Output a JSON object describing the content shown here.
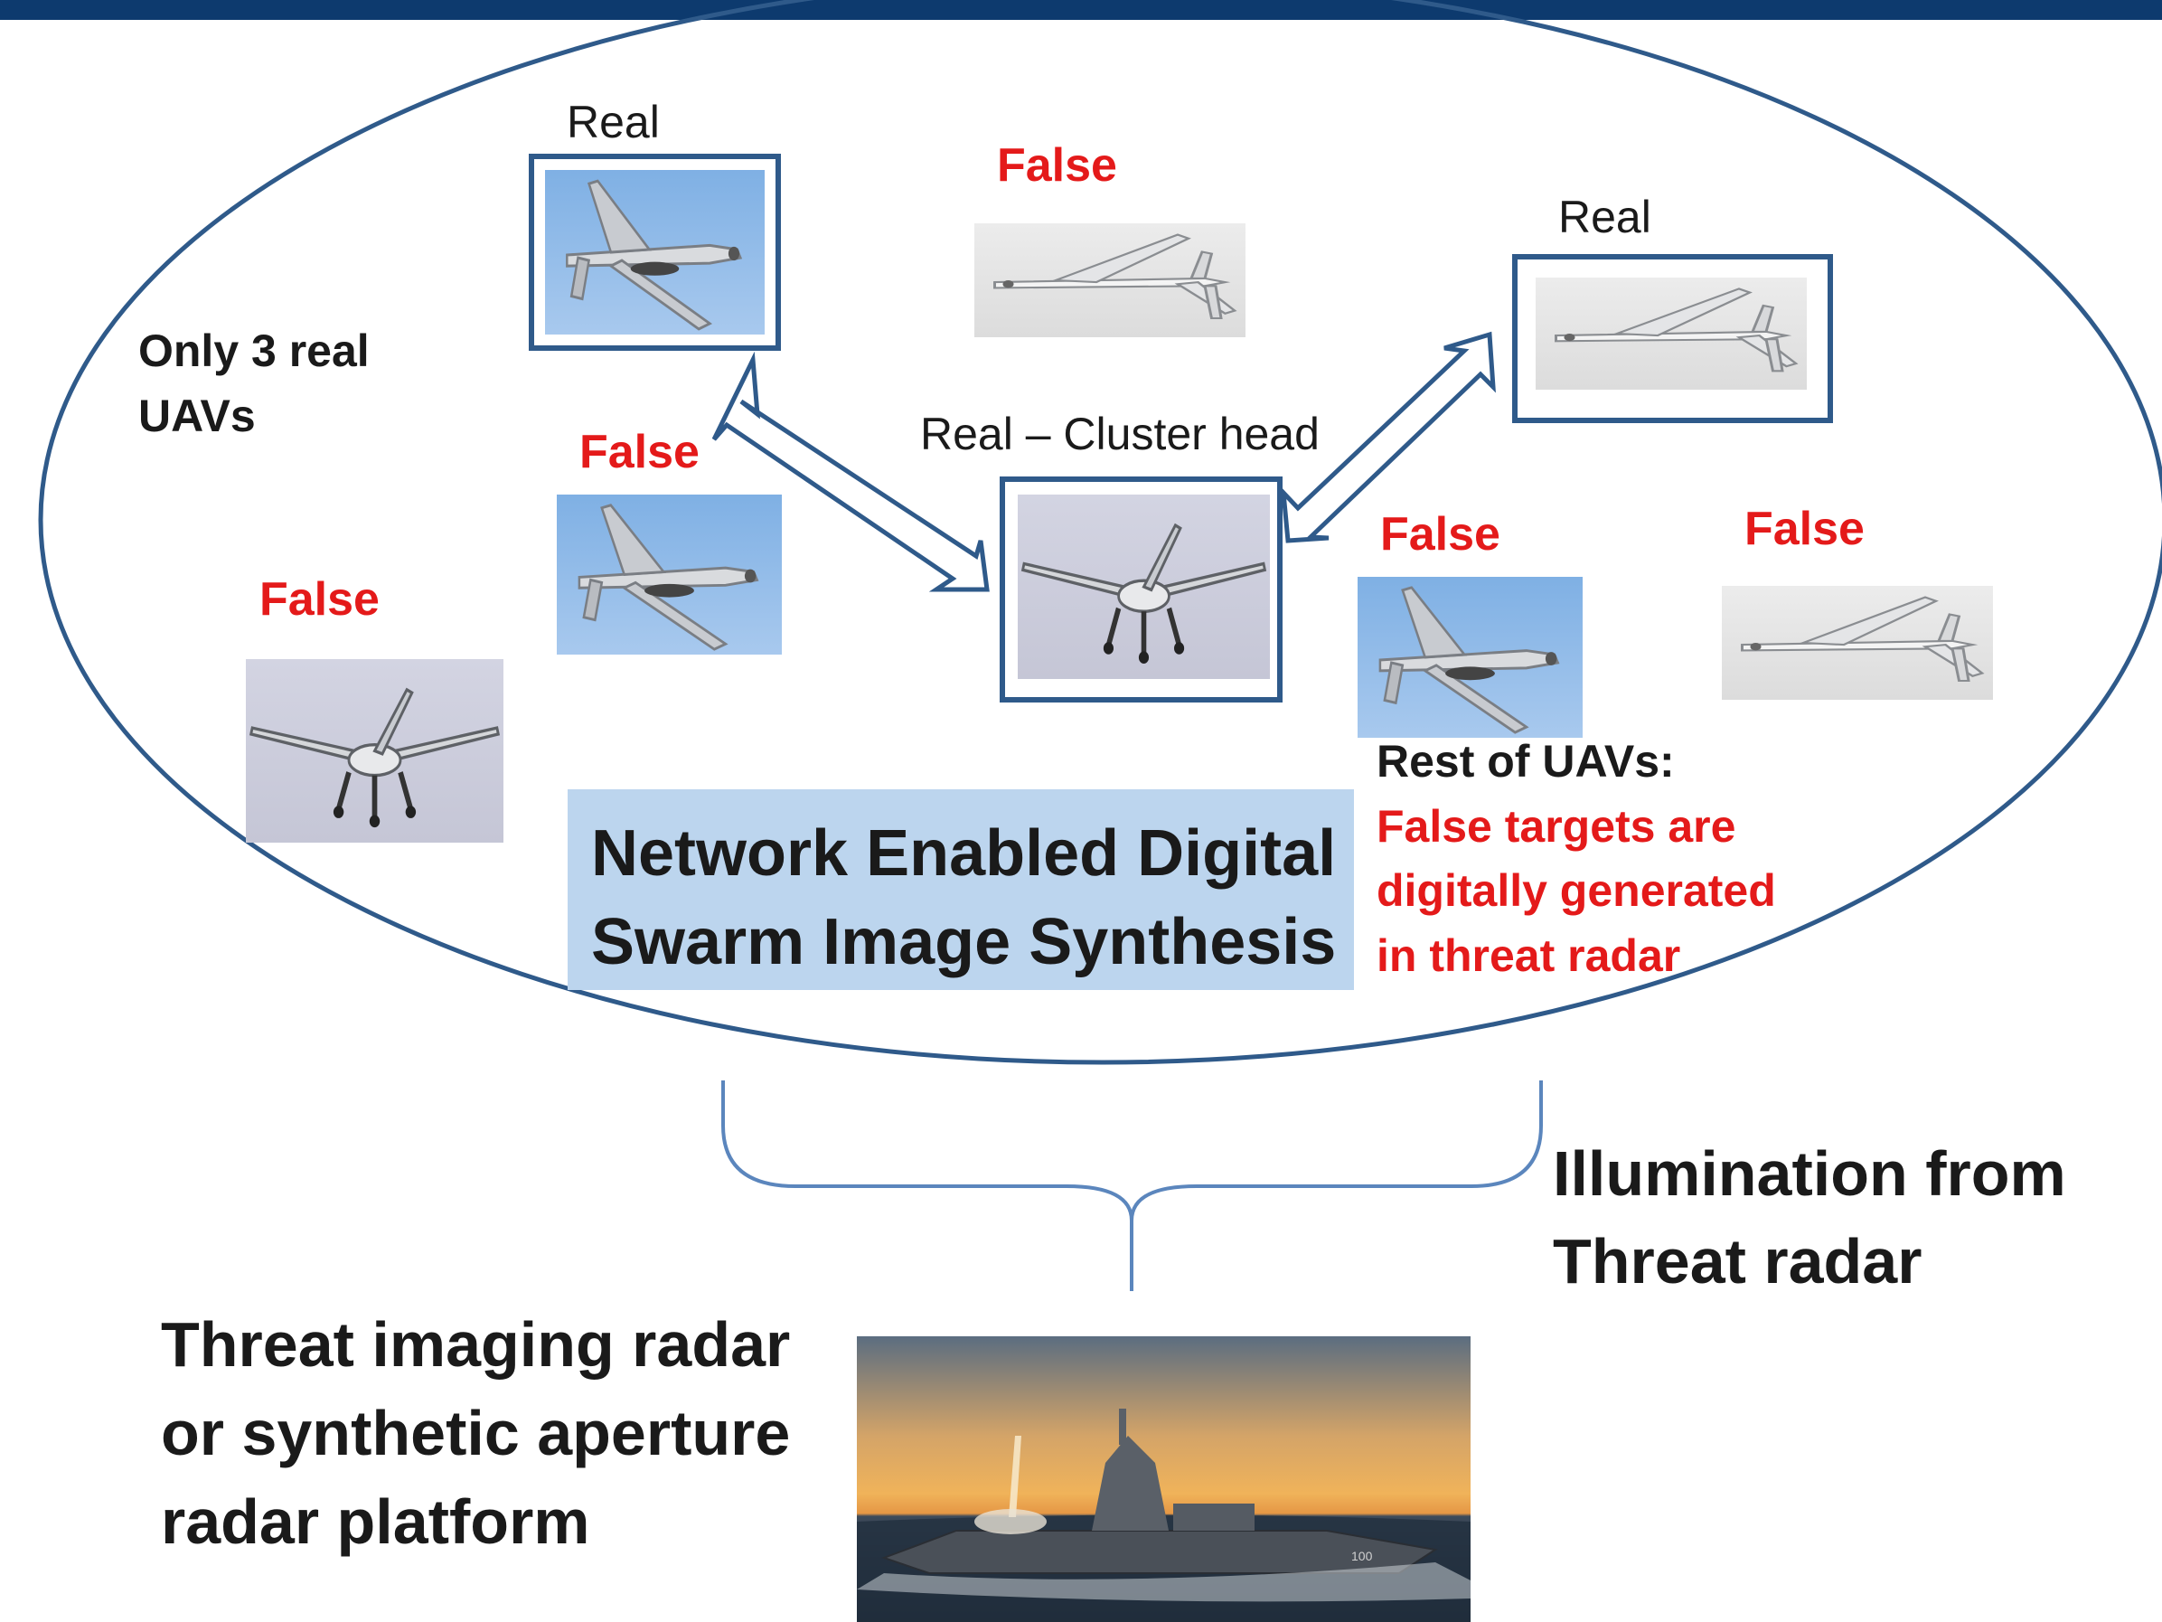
{
  "colors": {
    "top_bar": "#0d3a6e",
    "ellipse_stroke": "#2f5a8a",
    "frame_border": "#2f5a8a",
    "false_label": "#e41a1a",
    "title_box_fill": "#bcd5ee",
    "brace_stroke": "#5b86bd",
    "sky_blue": "#8db7e6",
    "sky_gray": "#e7e7e7"
  },
  "labels": {
    "real_1": "Real",
    "real_2": "Real",
    "real_cluster_head": "Real – Cluster head",
    "false_1": "False",
    "false_2": "False",
    "false_3": "False",
    "false_4": "False",
    "false_5": "False",
    "only_real_line1": "Only 3 real",
    "only_real_line2": "UAVs",
    "rest_heading": "Rest of UAVs:",
    "rest_line1": "False targets are",
    "rest_line2": "digitally generated",
    "rest_line3": "in threat radar"
  },
  "title_box": {
    "line1": "Network Enabled Digital",
    "line2": "Swarm Image Synthesis"
  },
  "illumination": {
    "line1": "Illumination from",
    "line2": "Threat radar"
  },
  "platform": {
    "line1": "Threat imaging radar",
    "line2": "or synthetic aperture",
    "line3": "radar platform"
  },
  "ship": {
    "hull_number": "100"
  },
  "icons": {
    "uav": "uav-predator-icon",
    "arrow": "double-headed-arrow",
    "ship": "destroyer-ship-image"
  }
}
